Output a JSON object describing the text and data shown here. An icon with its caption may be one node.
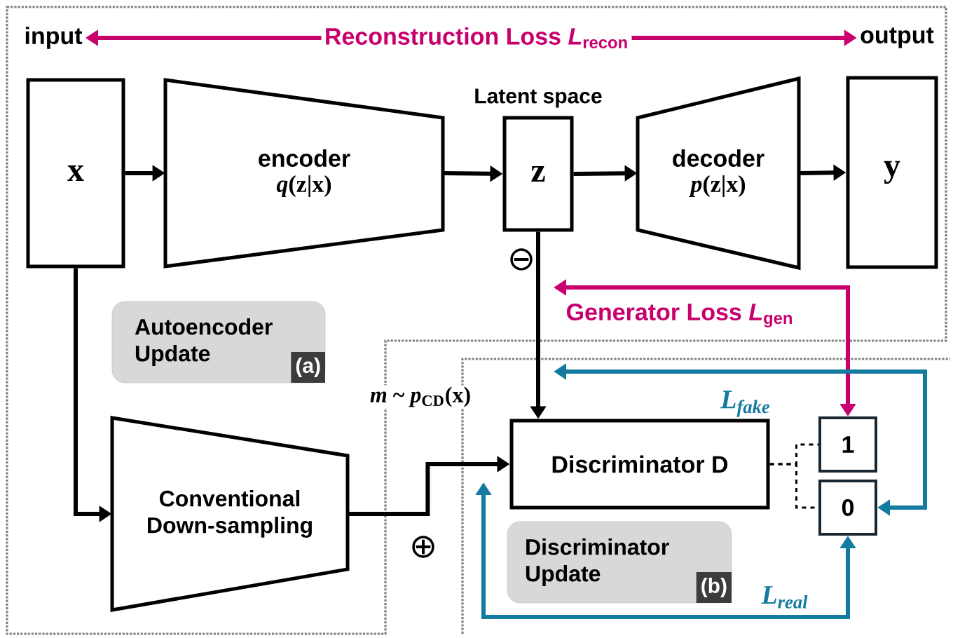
{
  "diagram": {
    "nodes": [
      {
        "text": [
          "x"
        ]
      },
      {
        "text": [
          "encoder",
          "*q*(z|x)"
        ]
      },
      {
        "text": [
          "z"
        ],
        "beside": [
          "Latent space"
        ]
      },
      {
        "text": [
          "decoder",
          "*p*(z|x)"
        ]
      },
      {
        "text": [
          "y"
        ]
      },
      {
        "text": [
          "Conventional Down-sampling"
        ]
      },
      {
        "text": [
          "Discriminator D"
        ]
      },
      {
        "text": [
          "1"
        ]
      },
      {
        "text": [
          "0"
        ]
      },
      {
        "text": [
          "Autoencoder Update",
          "(a)"
        ]
      },
      {
        "text": [
          "Discriminator Update",
          "(b)"
        ]
      },
      {
        "text": [
          "input"
        ]
      },
      {
        "text": [
          "Reconstruction Loss *L*$_{recon}$"
        ]
      },
      {
        "text": [
          "output"
        ]
      }
    ],
    "edges": [
      {
        "from": 0,
        "to": 1,
        "arrow": "to"
      },
      {
        "from": 1,
        "to": 2,
        "arrow": "to"
      },
      {
        "from": 2,
        "to": 3,
        "arrow": "to"
      },
      {
        "from": 3,
        "to": 4,
        "arrow": "to"
      },
      {
        "from": 0,
        "to": 5,
        "arrow": "to"
      },
      {
        "from": 5,
        "to": 6,
        "arrow": "to",
        "label": "*m* ~ *p*$_{CD}$(x)"
      },
      {
        "from": 2,
        "to": 6,
        "arrow": "to"
      },
      {
        "from": 6,
        "to": 7,
        "arrow": "none",
        "style": "dashed"
      },
      {
        "from": 6,
        "to": 8,
        "arrow": "none",
        "style": "dashed"
      },
      {
        "from": 12,
        "to": 11,
        "arrow": "to",
        "color": "#c8006e"
      },
      {
        "from": 12,
        "to": 13,
        "arrow": "to",
        "color": "#c8006e"
      },
      {
        "from": null,
        "to": 7,
        "arrow": "both",
        "color": "#c8006e",
        "label": "Generator Loss *L*$_{gen}$"
      },
      {
        "from": null,
        "to": 8,
        "arrow": "both",
        "color": "#137aa0",
        "label": "L$_{fake}$"
      },
      {
        "from": null,
        "to": 8,
        "arrow": "both",
        "color": "#137aa0",
        "label": "L$_{real}$"
      }
    ],
    "labels": [
      "⊖",
      "⊕"
    ]
  }
}
